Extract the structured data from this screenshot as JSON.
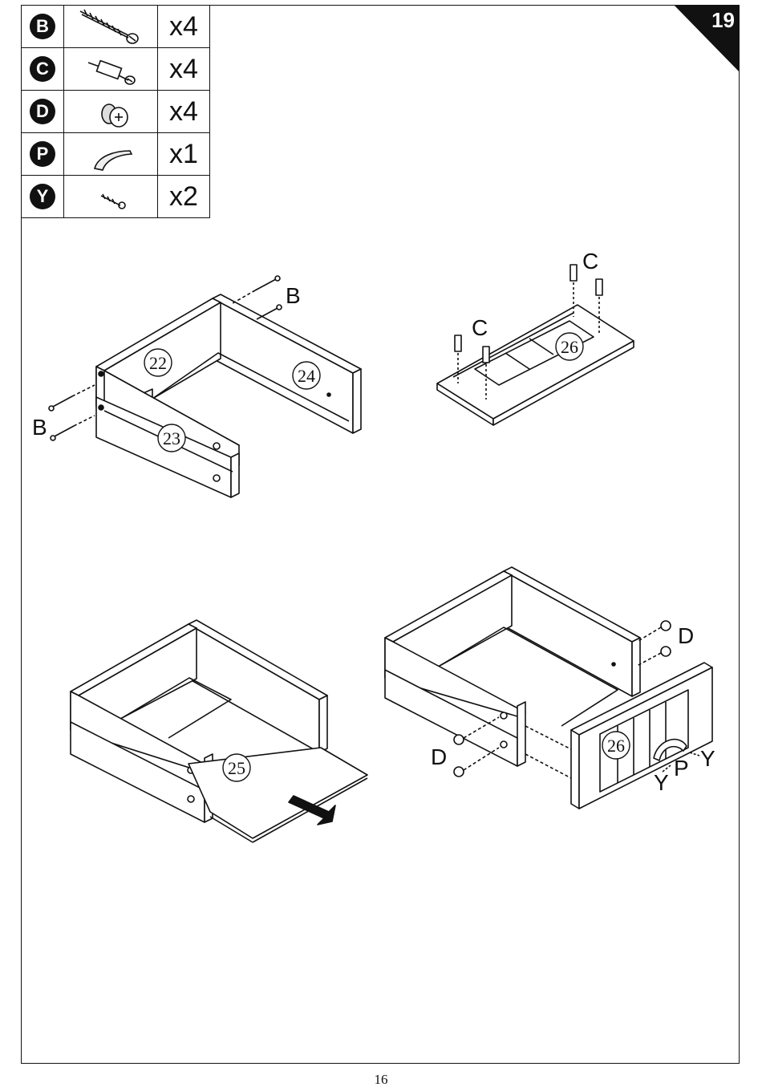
{
  "step": {
    "number": "19"
  },
  "page_number": "16",
  "parts": [
    {
      "letter": "B",
      "icon": "long-screw-icon",
      "qty": "x4"
    },
    {
      "letter": "C",
      "icon": "cam-bolt-icon",
      "qty": "x4"
    },
    {
      "letter": "D",
      "icon": "cam-lock-icon",
      "qty": "x4"
    },
    {
      "letter": "P",
      "icon": "cup-handle-icon",
      "qty": "x1"
    },
    {
      "letter": "Y",
      "icon": "short-screw-icon",
      "qty": "x2"
    }
  ],
  "callouts": {
    "panel_22": "22",
    "panel_23": "23",
    "panel_24": "24",
    "panel_25": "25",
    "panel_26a": "26",
    "panel_26b": "26",
    "b_top": "B",
    "b_left": "B",
    "c_top": "C",
    "c_left": "C",
    "d_top": "D",
    "d_left": "D",
    "p_handle": "P",
    "y_right": "Y",
    "y_left": "Y"
  }
}
